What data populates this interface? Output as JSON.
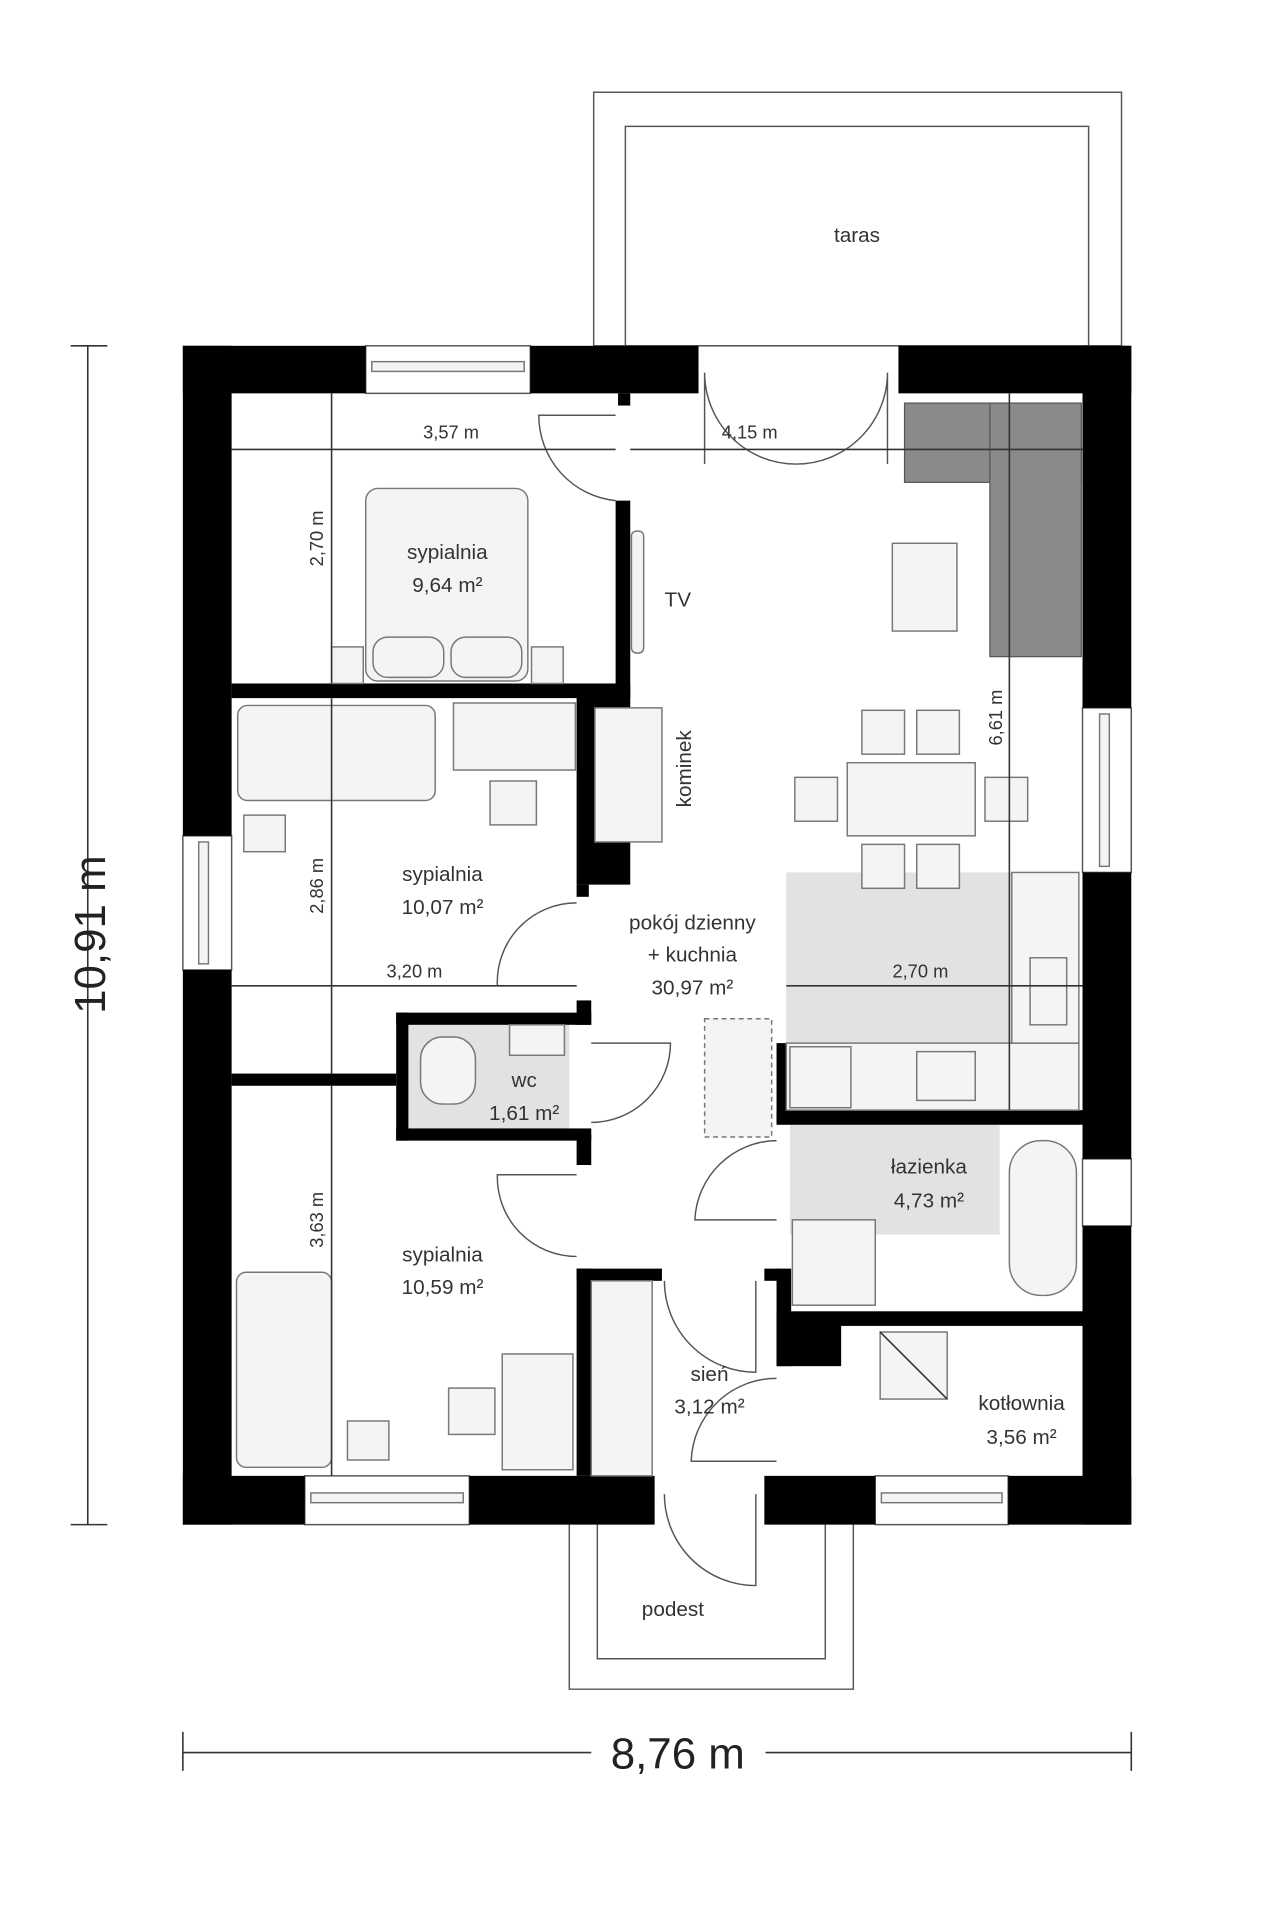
{
  "plan": {
    "total_height": "10,91 m",
    "total_width": "8,76 m",
    "rooms": {
      "taras": {
        "name": "taras"
      },
      "bedroom1": {
        "name": "sypialnia",
        "area": "9,64 m²"
      },
      "bedroom2": {
        "name": "sypialnia",
        "area": "10,07 m²"
      },
      "bedroom3": {
        "name": "sypialnia",
        "area": "10,59 m²"
      },
      "living": {
        "name1": "pokój dzienny",
        "name2": "+ kuchnia",
        "area": "30,97 m²"
      },
      "wc": {
        "name": "wc",
        "area": "1,61 m²"
      },
      "bathroom": {
        "name": "łazienka",
        "area": "4,73 m²"
      },
      "hall": {
        "name": "sień",
        "area": "3,12 m²"
      },
      "boiler": {
        "name": "kotłownia",
        "area": "3,56 m²"
      },
      "podest": {
        "name": "podest"
      }
    },
    "fixtures": {
      "tv": "TV",
      "fireplace": "kominek"
    },
    "dimensions": {
      "d357": "3,57 m",
      "d415": "4,15 m",
      "d270v": "2,70 m",
      "d286": "2,86 m",
      "d320": "3,20 m",
      "d270h": "2,70 m",
      "d363": "3,63 m",
      "d661": "6,61 m"
    }
  }
}
